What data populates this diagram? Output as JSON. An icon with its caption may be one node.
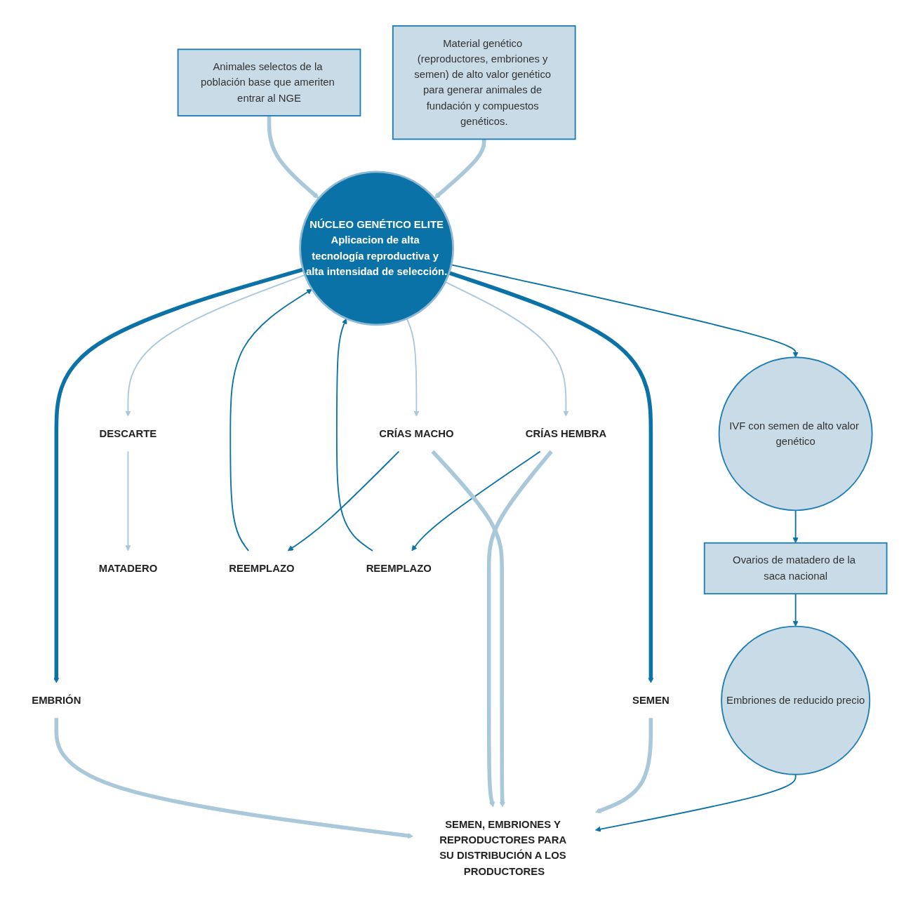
{
  "diagram": {
    "nodes": [
      {
        "text": [
          "Material genético (reproductores, embriones y semen) de alto valor genético para generar animales de fundación y compuestos genéticos."
        ]
      },
      {
        "text": [
          "NÚCLEO GENÉTICO ELITE",
          "Aplicacion de alta tecnología reproductiva y alta intensidad de selección."
        ]
      },
      {
        "text": [
          "Animales selectos de la población base que ameriten entrar al NGE"
        ]
      },
      {
        "text": [
          "IVF con semen de alto valor genético"
        ]
      },
      {
        "text": [
          "Ovarios de matadero de la saca nacional"
        ]
      },
      {
        "text": [
          "Embriones de reducido precio"
        ]
      },
      {
        "text": [
          "DESCARTE"
        ]
      },
      {
        "text": [
          "MATADERO"
        ]
      },
      {
        "text": [
          "SEMEN"
        ]
      },
      {
        "text": [
          "EMBRIÓN"
        ]
      },
      {
        "text": [
          "REEMPLAZO"
        ]
      },
      {
        "text": [
          "CRÍAS MACHO"
        ]
      },
      {
        "text": [
          "REEMPLAZO"
        ]
      },
      {
        "text": [
          "CRÍAS HEMBRA"
        ]
      },
      {
        "text": [
          "SEMEN, EMBRIONES Y REPRODUCTORES PARA SU DISTRIBUCIÓN A LOS PRODUCTORES"
        ]
      }
    ],
    "edges": [
      {
        "from": 0,
        "to": 1,
        "arrow": "to",
        "style": "thick",
        "color": "#a9c8da"
      },
      {
        "from": 2,
        "to": 1,
        "arrow": "to",
        "style": "thick",
        "color": "#a9c8da"
      },
      {
        "from": 1,
        "to": 3,
        "arrow": "to",
        "color": "#0b72a8"
      },
      {
        "from": 3,
        "to": 4,
        "arrow": "to",
        "color": "#0b72a8"
      },
      {
        "from": 4,
        "to": 5,
        "arrow": "to",
        "color": "#0b72a8"
      },
      {
        "from": 5,
        "to": 14,
        "arrow": "to",
        "color": "#0b72a8"
      },
      {
        "from": 1,
        "to": 6,
        "arrow": "to",
        "color": "#a9c8da"
      },
      {
        "from": 6,
        "to": 7,
        "arrow": "to",
        "color": "#a9c8da"
      },
      {
        "from": 1,
        "to": 8,
        "arrow": "to",
        "style": "thick",
        "color": "#0b72a8"
      },
      {
        "from": 1,
        "to": 9,
        "arrow": "to",
        "style": "thick",
        "color": "#0b72a8"
      },
      {
        "from": 1,
        "to": 11,
        "arrow": "to",
        "color": "#a9c8da"
      },
      {
        "from": 11,
        "to": 10,
        "arrow": "to",
        "color": "#0b72a8"
      },
      {
        "from": 10,
        "to": 1,
        "arrow": "to",
        "color": "#0b72a8"
      },
      {
        "from": 1,
        "to": 13,
        "arrow": "to",
        "color": "#a9c8da"
      },
      {
        "from": 13,
        "to": 12,
        "arrow": "to",
        "color": "#0b72a8"
      },
      {
        "from": 12,
        "to": 1,
        "arrow": "to",
        "color": "#0b72a8"
      },
      {
        "from": 8,
        "to": 14,
        "arrow": "to",
        "style": "thick",
        "color": "#a9c8da"
      },
      {
        "from": 11,
        "to": 14,
        "arrow": "to",
        "style": "thick",
        "color": "#a9c8da"
      },
      {
        "from": 13,
        "to": 14,
        "arrow": "to",
        "style": "thick",
        "color": "#a9c8da"
      },
      {
        "from": 9,
        "to": 14,
        "arrow": "to",
        "style": "thick",
        "color": "#a9c8da"
      }
    ]
  }
}
